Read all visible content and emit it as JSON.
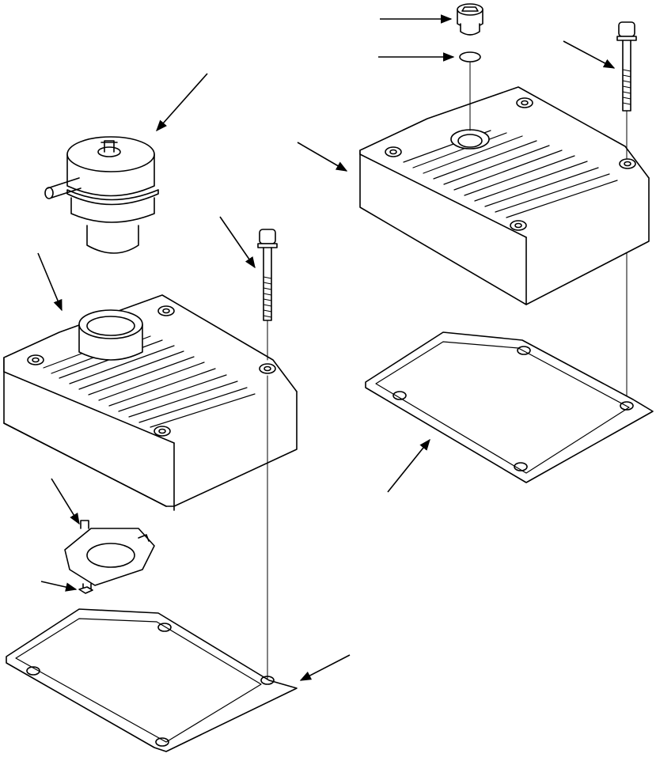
{
  "diagram": {
    "kind": "exploded-parts-view",
    "line_color": "#000000",
    "background": "#ffffff",
    "parts": [
      {
        "name": "breather-cap",
        "icon": "breather-icon"
      },
      {
        "name": "left-rocker-cover",
        "icon": "cover-icon"
      },
      {
        "name": "right-rocker-cover",
        "icon": "cover-icon"
      },
      {
        "name": "left-cover-bolt",
        "icon": "bolt-icon"
      },
      {
        "name": "right-cover-bolt",
        "icon": "bolt-icon"
      },
      {
        "name": "oil-filler-plug",
        "icon": "plug-icon"
      },
      {
        "name": "o-ring",
        "icon": "ring-icon"
      },
      {
        "name": "breather-bracket",
        "icon": "bracket-icon"
      },
      {
        "name": "bracket-screw",
        "icon": "screw-icon"
      },
      {
        "name": "left-gasket",
        "icon": "gasket-icon"
      },
      {
        "name": "right-gasket",
        "icon": "gasket-icon"
      }
    ]
  }
}
